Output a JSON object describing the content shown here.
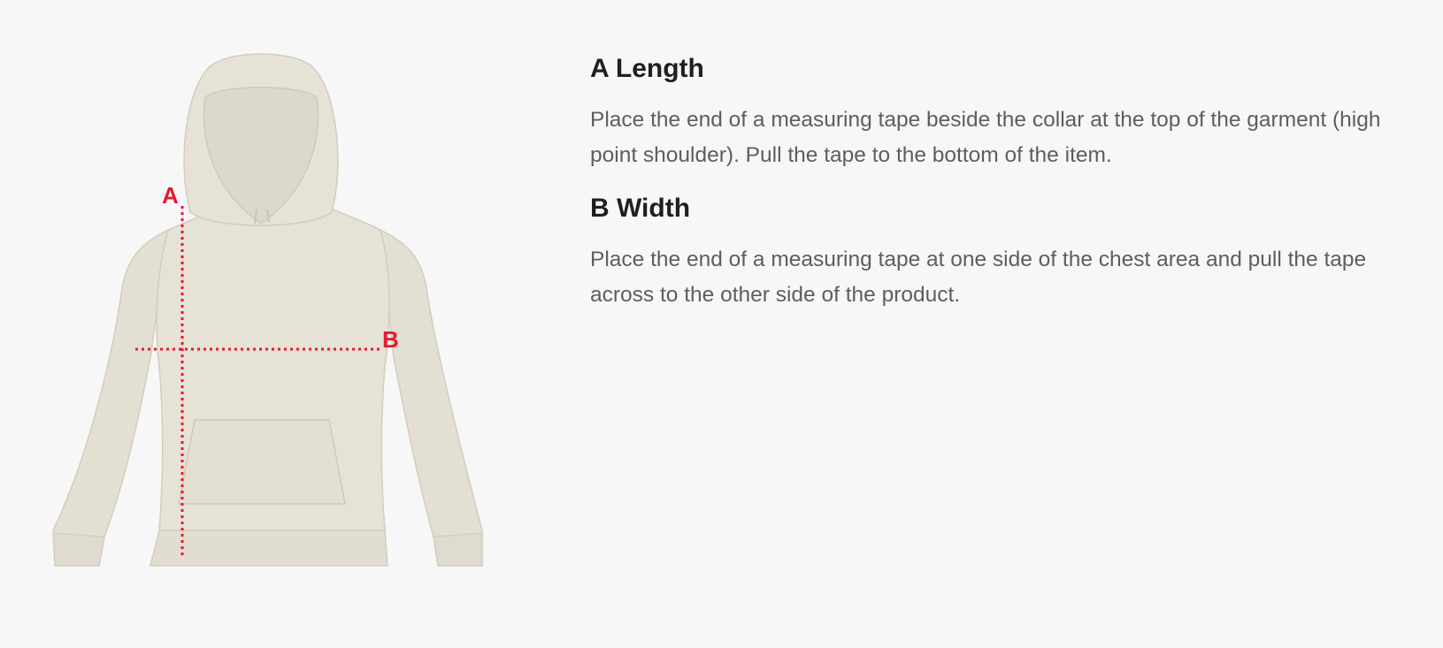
{
  "diagram": {
    "garment": "hoodie",
    "garment_color": "#e6e2d6",
    "marker_color": "#e8192c",
    "length_marker_label": "A",
    "width_marker_label": "B"
  },
  "measurements": [
    {
      "title": "A Length",
      "text": "Place the end of a measuring tape beside the collar at the top of the garment (high point shoulder). Pull the tape to the bottom of the item."
    },
    {
      "title": "B Width",
      "text": "Place the end of a measuring tape at one side of the chest area and pull the tape across to the other side of the product."
    }
  ]
}
